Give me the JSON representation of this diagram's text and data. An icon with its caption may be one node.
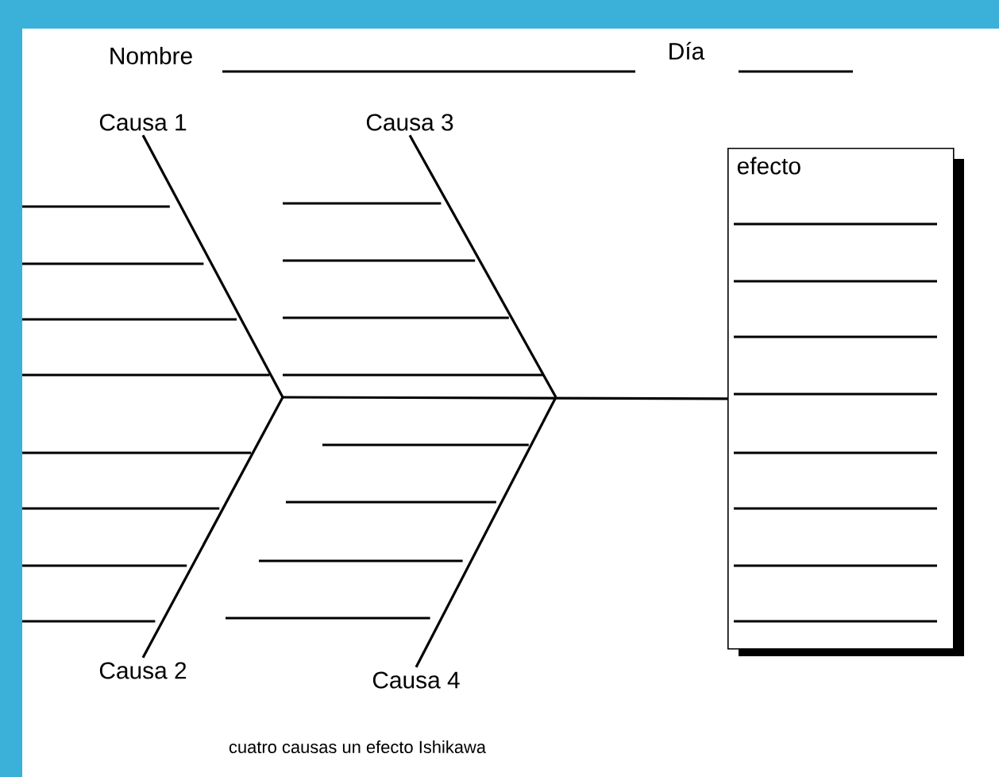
{
  "diagram": {
    "caption": "cuatro causas un efecto Ishikawa",
    "nodes": [
      {
        "text": [
          "Causa 1"
        ]
      },
      {
        "text": [
          "Causa 2"
        ]
      },
      {
        "text": [
          "Causa 3"
        ]
      },
      {
        "text": [
          "Causa 4"
        ]
      },
      {
        "text": [
          "efecto"
        ]
      }
    ],
    "edges": [
      {
        "from": 0,
        "to": null,
        "arrow": "none"
      },
      {
        "from": 1,
        "to": null,
        "arrow": "none"
      },
      {
        "from": 2,
        "to": null,
        "arrow": "none"
      },
      {
        "from": 3,
        "to": null,
        "arrow": "none"
      },
      {
        "from": null,
        "to": 4,
        "arrow": "none"
      }
    ],
    "labels": [
      "Nombre",
      "Día"
    ]
  }
}
